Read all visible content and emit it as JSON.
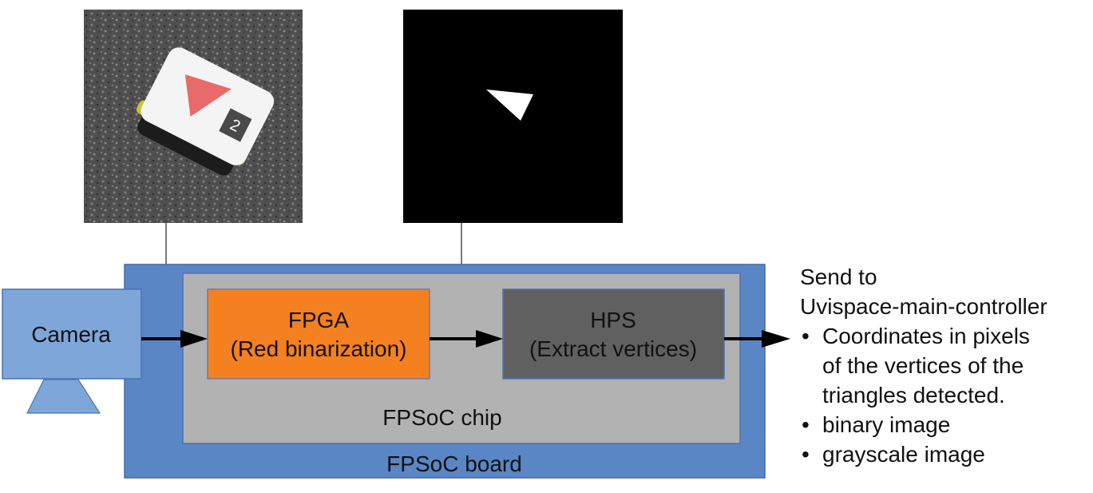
{
  "diagram": {
    "camera_label": "Camera",
    "fpga_title": "FPGA",
    "fpga_subtitle": "(Red binarization)",
    "hps_title": "HPS",
    "hps_subtitle": "(Extract vertices)",
    "chip_label": "FPSoC chip",
    "board_label": "FPSoC board"
  },
  "output": {
    "heading_line1": "Send to",
    "heading_line2": "Uvispace-main-controller",
    "items": [
      {
        "line1": "Coordinates in pixels",
        "line2": "of the vertices of the",
        "line3": "triangles detected."
      },
      {
        "line1": "binary image"
      },
      {
        "line1": "grayscale image"
      }
    ]
  },
  "photo": {
    "marker_number": "2"
  },
  "colors": {
    "board": "#5a86c5",
    "chip": "#b2b2b2",
    "fpga": "#f4801f",
    "hps": "#606060",
    "camera": "#7ea6d8",
    "marker": "#e96a6a"
  }
}
